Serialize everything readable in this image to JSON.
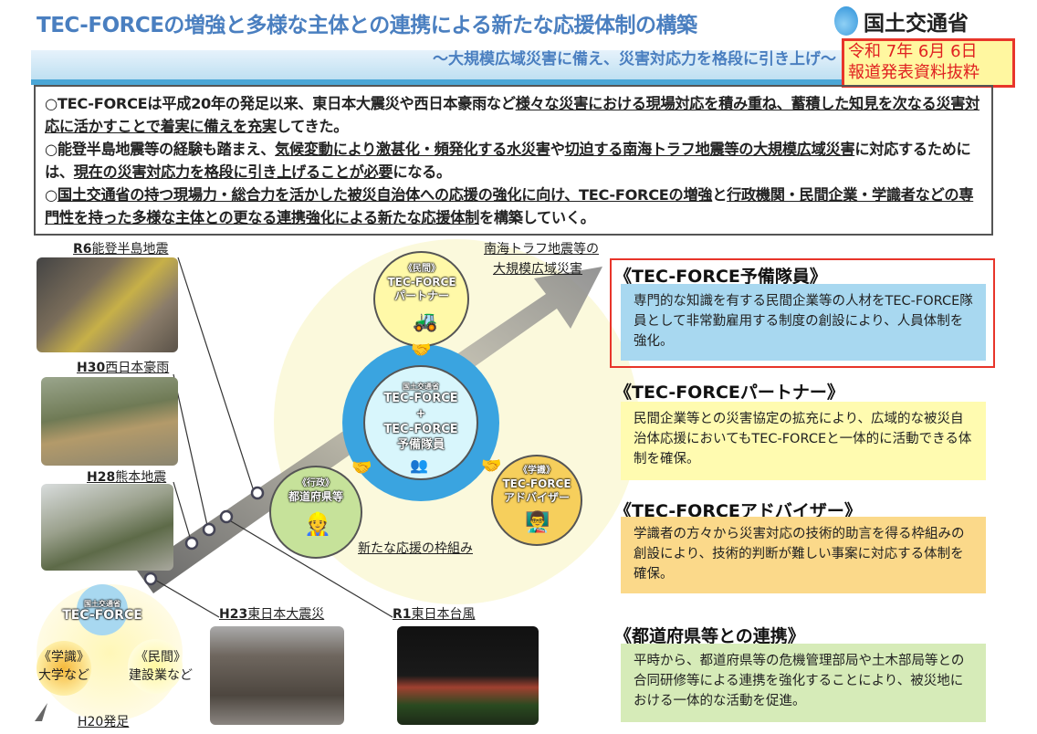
{
  "header": {
    "title": "TEC-FORCEの増強と多様な主体との連携による新たな応援体制の構築",
    "ministry": "国土交通省",
    "subtitle": "～大規模広域災害に備え、災害対応力を格段に引き上げ～",
    "date_line1": "令和 7年 6月 6日",
    "date_line2": "報道発表資料抜粋"
  },
  "bullets": [
    {
      "p1": "○TEC-FORCEは平成20年の発足以来、東日本大震災や西日本豪雨など",
      "u1": "様々な災害における現場対応を積み重ね、蓄積した知見を次なる災害対応に活かすことで着実に備えを充実",
      "p2": "してきた。"
    },
    {
      "p1": "○能登半島地震等の経験も踏まえ、",
      "u1": "気候変動により激甚化・頻発化する水災害",
      "p2": "や",
      "u2": "切迫する南海トラフ地震等の大規模広域災害",
      "p3": "に対応するためには、",
      "u3": "現在の災害対応力を格段に引き上げることが必要",
      "p4": "になる。"
    },
    {
      "p1": "○",
      "u1": "国土交通省の持つ現場力・総合力を活かした被災自治体への応援の強化に向け、TEC-FORCEの増強",
      "p2": "と",
      "u2": "行政機関・民間企業・学識者などの専門性を持った多様な主体との更なる連携強化による新たな応援体制",
      "p3": "を構築していく。"
    }
  ],
  "timeline": {
    "r6": {
      "era": "R6",
      "name": "能登半島地震"
    },
    "h30": {
      "era": "H30",
      "name": "西日本豪雨"
    },
    "h28": {
      "era": "H28",
      "name": "熊本地震"
    },
    "h23": {
      "era": "H23",
      "name": "東日本大震災"
    },
    "r1": {
      "era": "R1",
      "name": "東日本台風"
    },
    "h20": "H20発足",
    "target_line1": "南海トラフ地震等の",
    "target_line2": "大規模広域災害"
  },
  "origin": {
    "ministry": "国土交通省",
    "name": "TEC-FORCE",
    "left_tag": "《学識》",
    "left_name": "大学など",
    "right_tag": "《民間》",
    "right_name": "建設業など"
  },
  "framework": {
    "caption": "新たな応援の枠組み",
    "center": {
      "ministry": "国土交通省",
      "line1": "TEC-FORCE",
      "plus": "+",
      "line2": "TEC-FORCE",
      "line3": "予備隊員"
    },
    "partner": {
      "tag": "《民間》",
      "line1": "TEC-FORCE",
      "line2": "パートナー"
    },
    "admin": {
      "tag": "《行政》",
      "line1": "都道府県等"
    },
    "adviser": {
      "tag": "《学識》",
      "line1": "TEC-FORCE",
      "line2": "アドバイザー"
    }
  },
  "sections": [
    {
      "heading": "《TEC-FORCE予備隊員》",
      "text": "専門的な知識を有する民間企業等の人材をTEC-FORCE隊員として非常勤雇用する制度の創設により、人員体制を強化。"
    },
    {
      "heading": "《TEC-FORCEパートナー》",
      "text": "民間企業等との災害協定の拡充により、広域的な被災自治体応援においてもTEC-FORCEと一体的に活動できる体制を確保。"
    },
    {
      "heading": "《TEC-FORCEアドバイザー》",
      "text": "学識者の方々から災害対応の技術的助言を得る枠組みの創設により、技術的判断が難しい事案に対応する体制を確保。"
    },
    {
      "heading": "《都道府県等との連携》",
      "text": "平時から、都道府県等の危機管理部局や土木部局等との合同研修等による連携を強化することにより、被災地における一体的な活動を促進。"
    }
  ],
  "colors": {
    "title": "#4a7fc0",
    "red": "#e8352a",
    "blue_box": "#a8d8f0",
    "yellow_box": "#fffbb0",
    "orange_box": "#fbd98a",
    "green_box": "#d6ebb8"
  }
}
